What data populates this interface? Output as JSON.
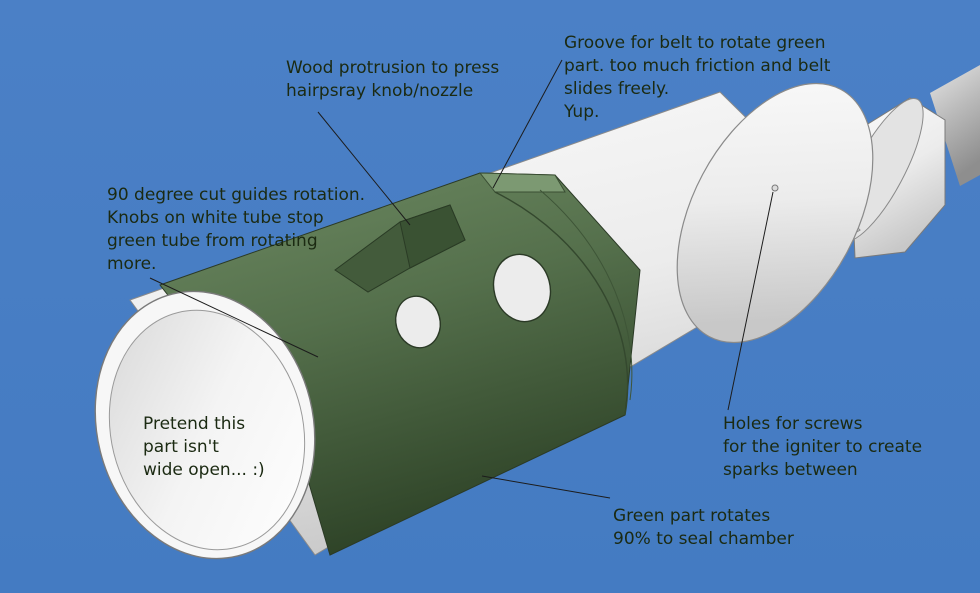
{
  "annotations": [
    {
      "id": "wood",
      "lines": [
        "Wood protrusion to press",
        "hairpsray knob/nozzle"
      ]
    },
    {
      "id": "groove",
      "lines": [
        "Groove for belt to rotate green",
        "part. too much friction and belt",
        "slides freely.",
        "Yup."
      ]
    },
    {
      "id": "cut",
      "lines": [
        "90 degree cut guides rotation.",
        "Knobs on white tube stop",
        "green tube from rotating",
        "more."
      ]
    },
    {
      "id": "pretend",
      "lines": [
        "Pretend this",
        "part isn't",
        "wide open... :)"
      ]
    },
    {
      "id": "holes",
      "lines": [
        "Holes for screws",
        "for the igniter to create",
        "sparks between"
      ]
    },
    {
      "id": "green",
      "lines": [
        "Green part rotates",
        "90% to seal chamber"
      ]
    }
  ],
  "colors": {
    "background": "#4a7fc4",
    "green_part": "#4f6846",
    "white_tube": "#f2f2f2",
    "text": "#1b2a12"
  }
}
